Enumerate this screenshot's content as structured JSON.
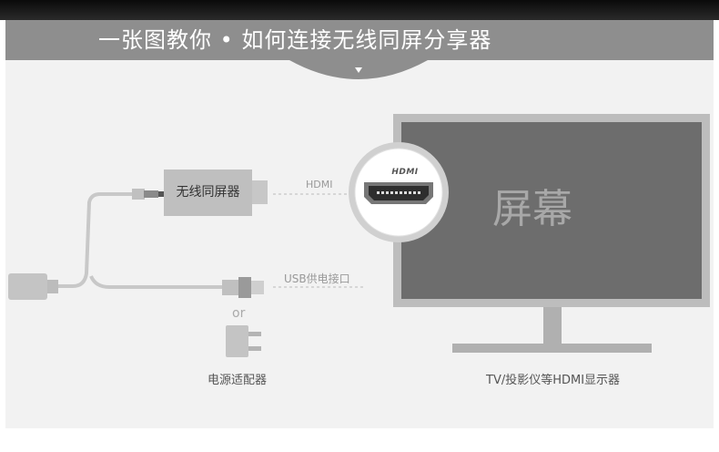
{
  "title": "一张图教你 • 如何连接无线同屏分享器",
  "device_label": "无线同屏器",
  "screen_label": "屏幕",
  "hdmi_label": "HDMI",
  "usb_label": "USB供电接口",
  "or_label": "or",
  "adapter_caption": "电源适配器",
  "tv_caption": "TV/投影仪等HDMI显示器",
  "hdmi_logo_text": "HDMI",
  "colors": {
    "header_bg": "#8e8e8e",
    "canvas_bg": "#f2f2f2",
    "screen_fill": "#6d6d6d",
    "tv_frame": "#bdbdbd",
    "device_fill": "#bfbfbf",
    "cable": "#c8c8c8"
  },
  "icons": [
    "chevron-down-icon",
    "hdmi-port-icon",
    "power-adapter-icon",
    "usb-plug-icon",
    "micro-usb-plug-icon"
  ]
}
